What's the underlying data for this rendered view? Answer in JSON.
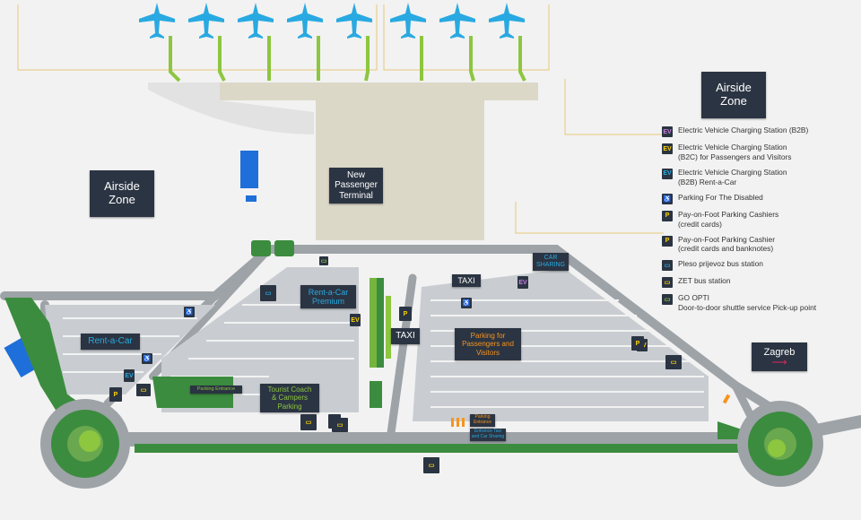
{
  "terminal": {
    "label": "New\nPassenger\nTerminal"
  },
  "zones": {
    "left": "Airside\nZone",
    "right": "Airside\nZone"
  },
  "areas": {
    "rent_a_car_premium": "Rent-a-Car\nPremium",
    "rent_a_car": "Rent-a-Car",
    "tourist_coach": "Tourist Coach\n& Campers\nParking",
    "parking_visitors": "Parking for\nPassengers and\nVisitors",
    "car_sharing": "CAR\nSHARING",
    "taxi_top": "TAXI",
    "taxi_mid": "TAXI",
    "parking_entrance_left": "Parking Entrance",
    "parking_entrance_right": "Parking\nEntrance",
    "entrance_taxi": "Entrance Taxi\nand Car Sharing"
  },
  "direction": {
    "label": "Zagreb"
  },
  "legend": [
    {
      "icon": "ev-b2b-icon",
      "text": "Electric Vehicle Charging Station (B2B)",
      "glyph": "EV",
      "color": "#c77dde"
    },
    {
      "icon": "ev-b2c-icon",
      "text": "Electric Vehicle Charging Station\n(B2C) for Passengers and Visitors",
      "glyph": "EV",
      "color": "#ffd400"
    },
    {
      "icon": "ev-rent-icon",
      "text": "Electric Vehicle Charging Station\n(B2B) Rent-a-Car",
      "glyph": "EV",
      "color": "#29a9e1"
    },
    {
      "icon": "disabled-parking-icon",
      "text": "Parking For The Disabled",
      "glyph": "♿",
      "color": "#ffd400"
    },
    {
      "icon": "pay-cashier-card-icon",
      "text": "Pay-on-Foot Parking Cashiers\n(credit cards)",
      "glyph": "P",
      "color": "#ffd400"
    },
    {
      "icon": "pay-cashier-cash-icon",
      "text": "Pay-on-Foot Parking Cashier\n(credit cards and banknotes)",
      "glyph": "P",
      "color": "#ffd400"
    },
    {
      "icon": "pleso-bus-icon",
      "text": "Pleso prijevoz bus station",
      "glyph": "▭",
      "color": "#29a9e1"
    },
    {
      "icon": "zet-bus-icon",
      "text": "ZET bus station",
      "glyph": "▭",
      "color": "#ffd400"
    },
    {
      "icon": "go-opti-icon",
      "text": "GO OPTI\nDoor-to-door shuttle service Pick-up point",
      "glyph": "▭",
      "color": "#8dc63f"
    }
  ],
  "colors": {
    "road": "#9ea3a8",
    "green": "#3c8c3f",
    "lightgreen": "#8dc63f",
    "plane": "#29a9e1",
    "dark": "#2b3442",
    "terminal": "#dcd8c8"
  }
}
